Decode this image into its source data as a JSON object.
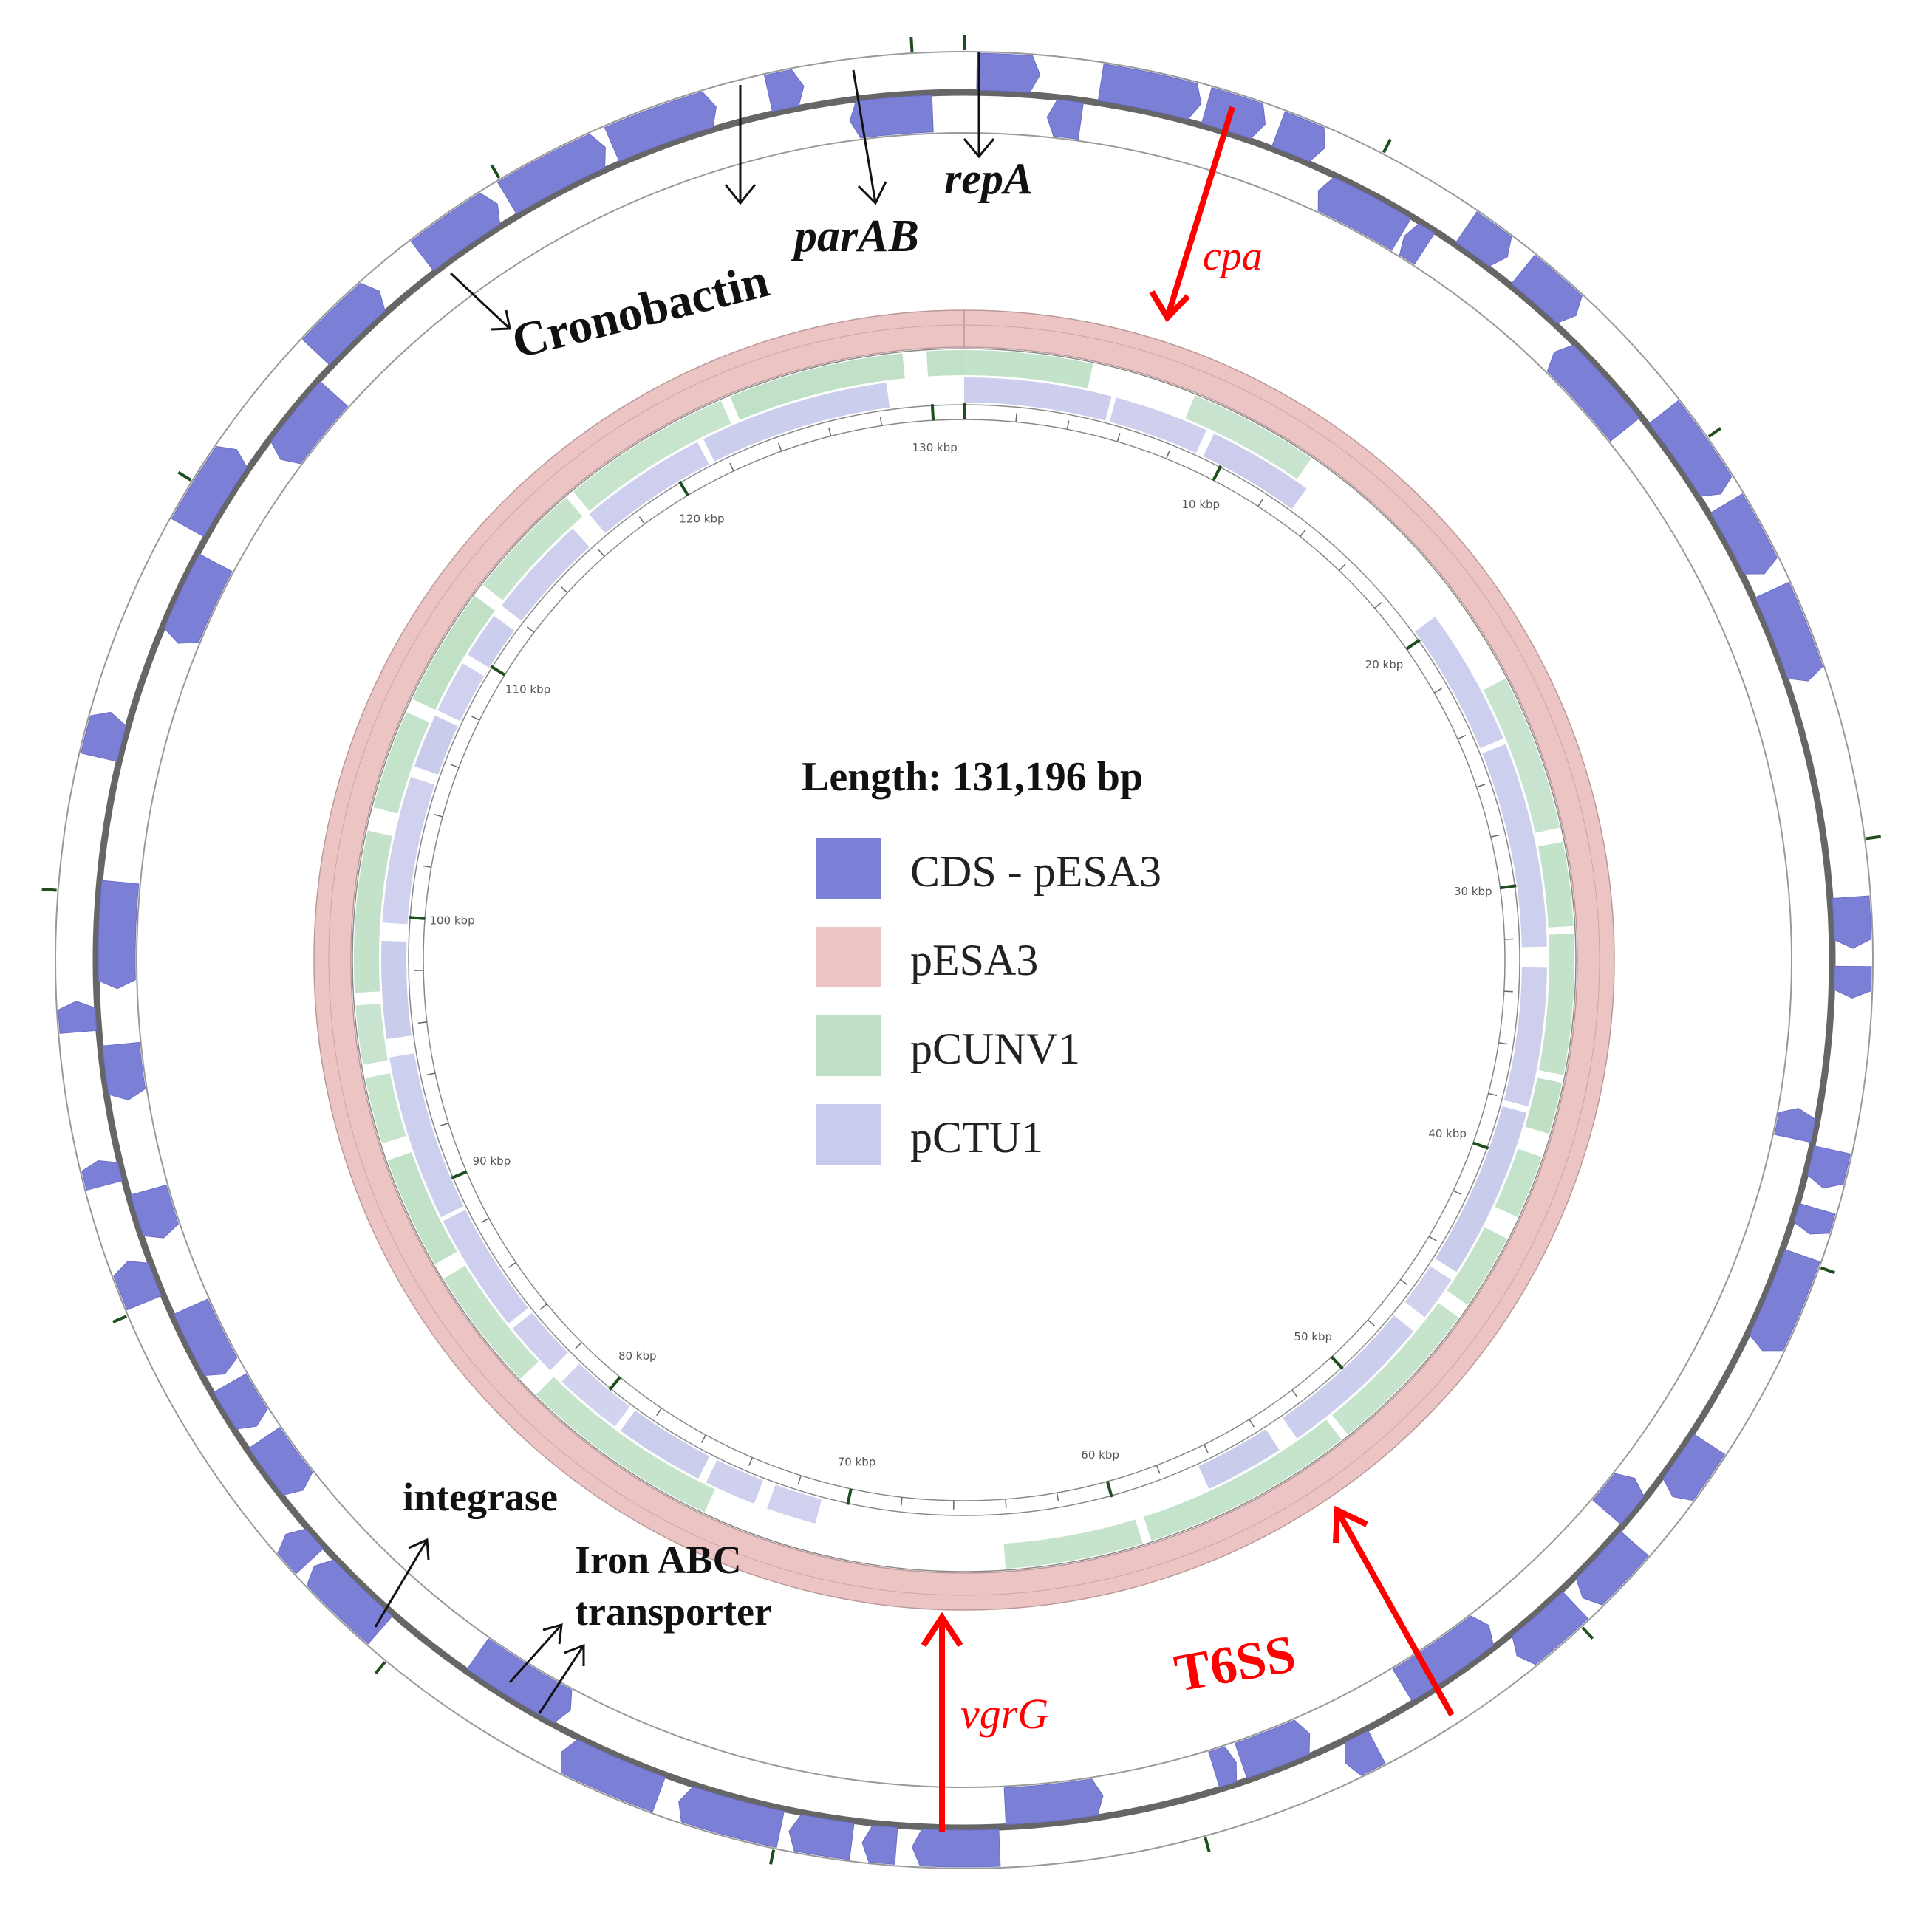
{
  "diagram": {
    "length_label": "Length: 131,196 bp",
    "genome_length_bp": 131196,
    "legend": [
      {
        "label": "CDS - pESA3",
        "color": "#7b7fd6"
      },
      {
        "label": "pESA3",
        "color": "#ecc4c4"
      },
      {
        "label": "pCUNV1",
        "color": "#bfe0c6"
      },
      {
        "label": "pCTU1",
        "color": "#c9cbec"
      }
    ],
    "tick_labels": [
      "10 kbp",
      "20 kbp",
      "30 kbp",
      "40 kbp",
      "50 kbp",
      "60 kbp",
      "70 kbp",
      "80 kbp",
      "90 kbp",
      "100 kbp",
      "110 kbp",
      "120 kbp",
      "130 kbp"
    ],
    "tick_positions_kbp": [
      10,
      20,
      30,
      40,
      50,
      60,
      70,
      80,
      90,
      100,
      110,
      120,
      130
    ],
    "annotations": {
      "repA": "repA",
      "parAB": "parAB",
      "cronobactin": "Cronobactin",
      "cpa": "cpa",
      "integrase": "integrase",
      "iron_line1": "Iron ABC",
      "iron_line2": "transporter",
      "vgrG": "vgrG",
      "t6ss": "T6SS"
    },
    "colors": {
      "cds": "#7b7fd6",
      "backbone": "#666666",
      "pesa3": "#ecc4c4",
      "pcunv1": "#bfe0c6",
      "pctu1": "#c9cbec",
      "ticks": "#1e4d1e",
      "annotation_red": "#ff0000"
    }
  }
}
